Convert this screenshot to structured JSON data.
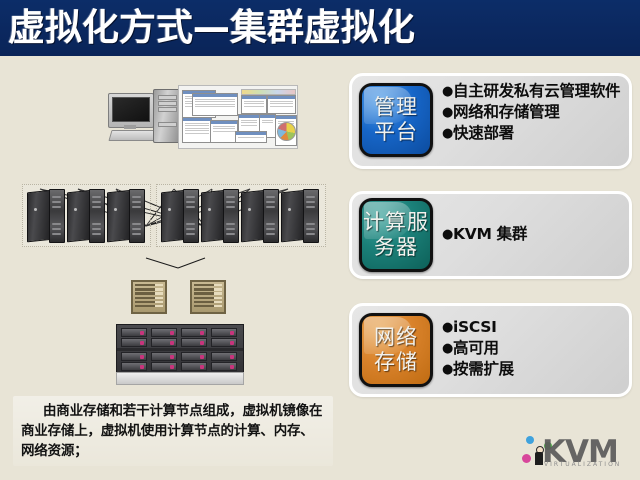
{
  "slide": {
    "background_color": "#e8e4d6",
    "title": "虚拟化方式—集群虚拟化",
    "title_bar_color": "#0b2a62",
    "title_text_color": "#ffffff"
  },
  "panels": [
    {
      "badge_lines": [
        "管理",
        "平台"
      ],
      "badge_color": "#1766c8",
      "bullets": [
        "自主研发私有云管理软件",
        "网络和存储管理",
        "快速部署"
      ],
      "bullet_glyph": "●"
    },
    {
      "badge_lines": [
        "计算服",
        "务器"
      ],
      "badge_color": "#1b8079",
      "bullets": [
        "KVM 集群"
      ],
      "bullet_glyph": "●"
    },
    {
      "badge_lines": [
        "网络",
        "存储"
      ],
      "badge_color": "#d9822b",
      "bullets": [
        "iSCSI",
        "高可用",
        "按需扩展"
      ],
      "bullet_glyph": "●"
    }
  ],
  "diagram": {
    "pc_label": "desktop-workstation",
    "collage_label": "management-console-screenshots",
    "server_group_left_count": 3,
    "server_group_right_count": 4,
    "switch_count": 2,
    "storage_label": "disk-storage-array"
  },
  "caption": {
    "text": "由商业存储和若干计算节点组成，虚拟机镜像在商业存储上，虚拟机使用计算节点的计算、内存、网络资源；"
  },
  "watermark": {
    "text": "KVM",
    "subtext": "VIRTUALIZATION",
    "ball_colors": [
      "#3fa2dd",
      "#4fae4a",
      "#d8469b"
    ]
  }
}
